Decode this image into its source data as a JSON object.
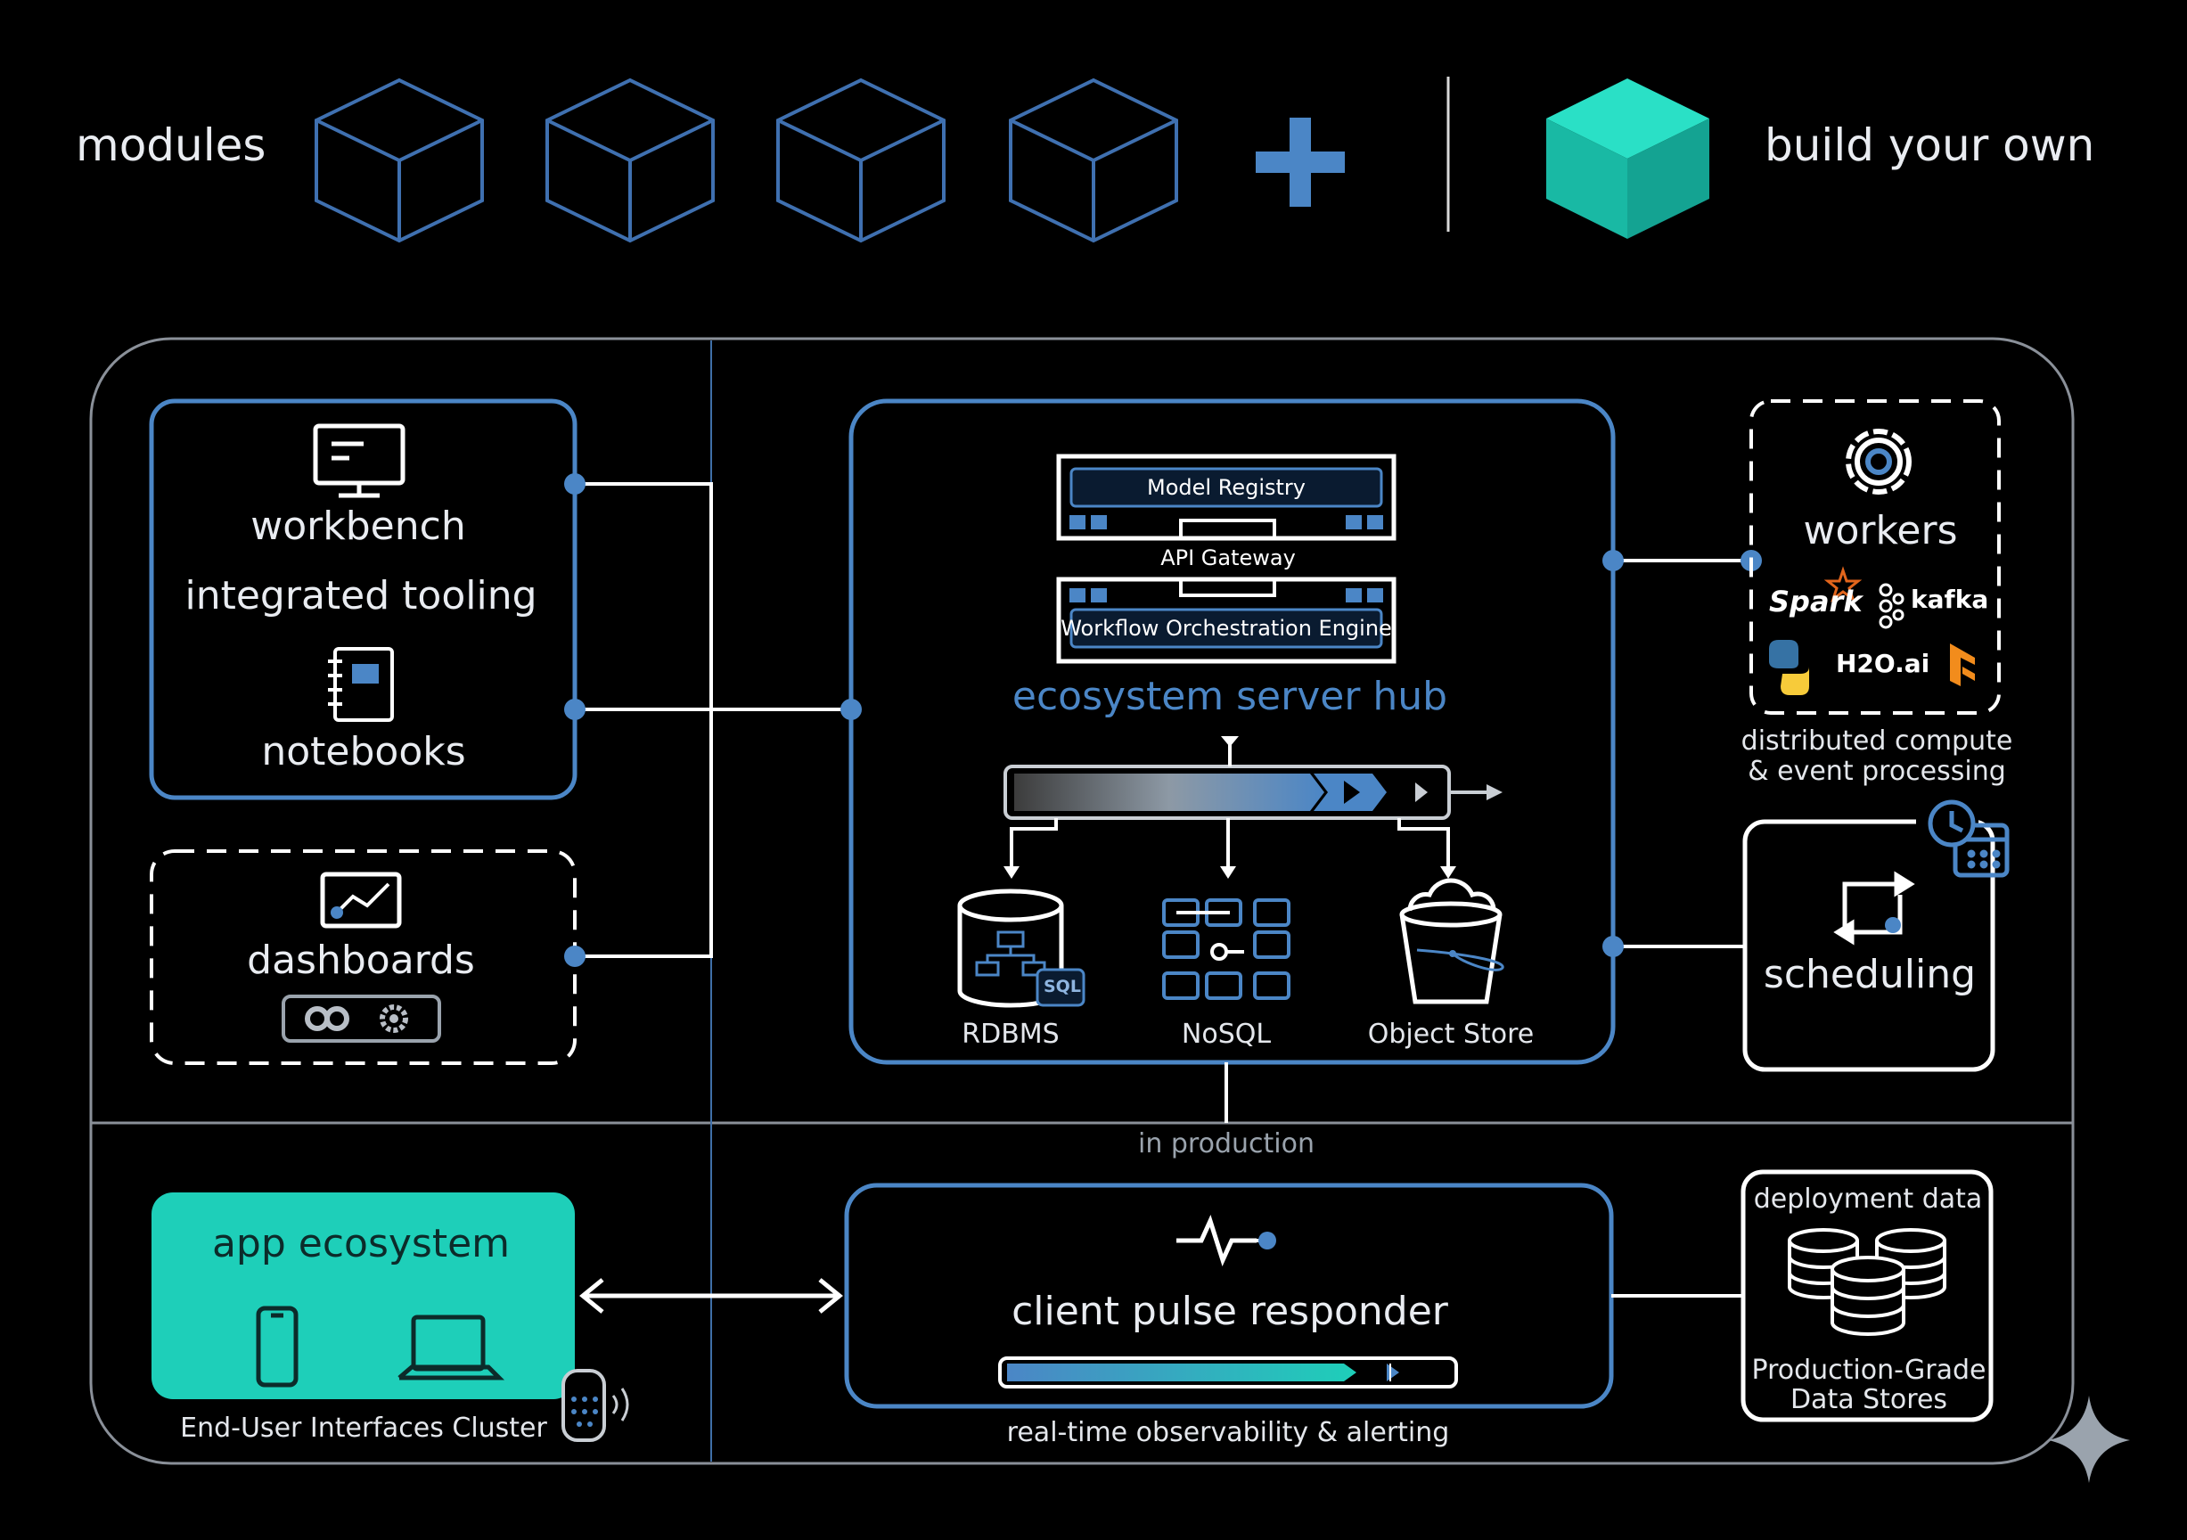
{
  "header": {
    "modules_label": "modules",
    "build_label": "build your own"
  },
  "left": {
    "workbench_label": "workbench",
    "tooling_label": "integrated tooling",
    "notebooks_label": "notebooks",
    "dashboards_label": "dashboards"
  },
  "hub": {
    "title": "ecosystem server hub",
    "model_registry": "Model Registry",
    "api_gateway": "API Gateway",
    "workflow_engine": "Workflow Orchestration Engine",
    "stores": [
      "RDBMS",
      "NoSQL",
      "Object Store"
    ],
    "sql_tag": "SQL"
  },
  "workers": {
    "title": "workers",
    "logos": [
      "Spark",
      "kafka",
      "H2O.ai"
    ],
    "caption_line1": "distributed compute",
    "caption_line2": "& event processing"
  },
  "scheduling": {
    "title": "scheduling"
  },
  "production": {
    "label": "in production"
  },
  "app": {
    "title": "app ecosystem",
    "caption": "End-User Interfaces Cluster"
  },
  "pulse": {
    "title": "client pulse responder",
    "caption": "real-time observability & alerting"
  },
  "deploy": {
    "title": "deployment data",
    "caption_line1": "Production-Grade",
    "caption_line2": "Data Stores"
  },
  "colors": {
    "background": "#000000",
    "accent_blue": "#4b86c6",
    "accent_teal": "#1ecfb9",
    "frame_grey": "#8a9099",
    "white": "#ffffff"
  }
}
